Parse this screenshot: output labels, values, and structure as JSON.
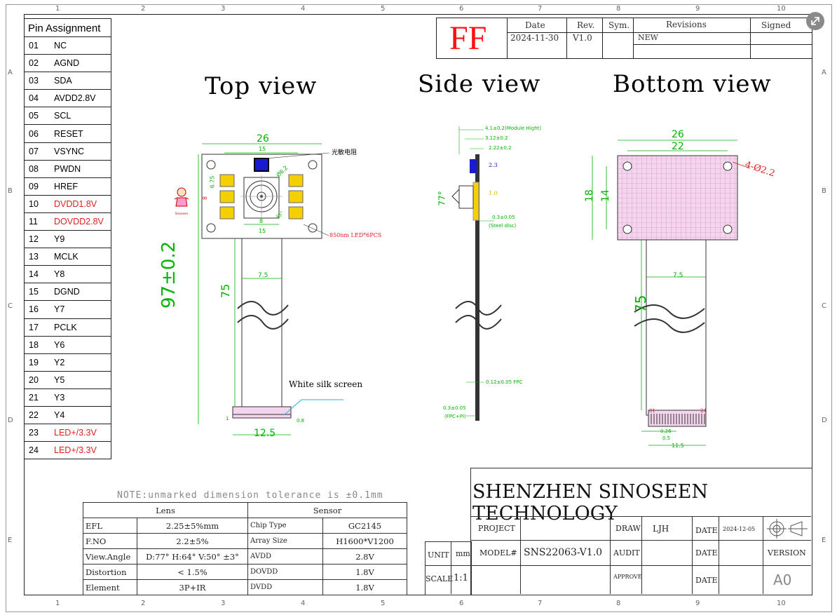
{
  "zones": {
    "columns": [
      "1",
      "2",
      "3",
      "4",
      "5",
      "6",
      "7",
      "8",
      "9",
      "10"
    ],
    "rows": [
      "A",
      "B",
      "C",
      "D",
      "E"
    ]
  },
  "pins": {
    "title": "Pin Assignment",
    "items": [
      {
        "num": "01",
        "name": "NC",
        "red": false
      },
      {
        "num": "02",
        "name": "AGND",
        "red": false
      },
      {
        "num": "03",
        "name": "SDA",
        "red": false
      },
      {
        "num": "04",
        "name": "AVDD2.8V",
        "red": false
      },
      {
        "num": "05",
        "name": "SCL",
        "red": false
      },
      {
        "num": "06",
        "name": "RESET",
        "red": false
      },
      {
        "num": "07",
        "name": "VSYNC",
        "red": false
      },
      {
        "num": "08",
        "name": "PWDN",
        "red": false
      },
      {
        "num": "09",
        "name": "HREF",
        "red": false
      },
      {
        "num": "10",
        "name": "DVDD1.8V",
        "red": true
      },
      {
        "num": "11",
        "name": "DOVDD2.8V",
        "red": true
      },
      {
        "num": "12",
        "name": "Y9",
        "red": false
      },
      {
        "num": "13",
        "name": "MCLK",
        "red": false
      },
      {
        "num": "14",
        "name": "Y8",
        "red": false
      },
      {
        "num": "15",
        "name": "DGND",
        "red": false
      },
      {
        "num": "16",
        "name": "Y7",
        "red": false
      },
      {
        "num": "17",
        "name": "PCLK",
        "red": false
      },
      {
        "num": "18",
        "name": "Y6",
        "red": false
      },
      {
        "num": "19",
        "name": "Y2",
        "red": false
      },
      {
        "num": "20",
        "name": "Y5",
        "red": false
      },
      {
        "num": "21",
        "name": "Y3",
        "red": false
      },
      {
        "num": "22",
        "name": "Y4",
        "red": false
      },
      {
        "num": "23",
        "name": "LED+/3.3V",
        "red": true
      },
      {
        "num": "24",
        "name": "LED+/3.3V",
        "red": true
      }
    ]
  },
  "revision": {
    "code": "FF",
    "date_label": "Date",
    "date": "2024-11-30",
    "rev_label": "Rev.",
    "rev": "V1.0",
    "sym_label": "Sym.",
    "revisions_label": "Revisions",
    "revisions": "NEW",
    "signed_label": "Signed"
  },
  "views": {
    "top": "Top view",
    "side": "Side view",
    "bottom": "Bottom view"
  },
  "top_dims": {
    "width": "26",
    "inner": "15",
    "inner_bottom": "15",
    "height_small": "6.75",
    "b": "8",
    "c": "8",
    "dia": "Ø6.2",
    "angle": "45°",
    "sensor_note": "光敏电阻",
    "led_note": "850nm LED*6PCS",
    "length": "97±0.2",
    "tail": "75",
    "fpc": "7.5",
    "con_w": "12.5",
    "silk": "White silk screen",
    "mascot": "Sinoseen",
    "con_left": "1",
    "con_right": "0.8"
  },
  "side_dims": {
    "h1": "4.1±0.2(Module Hight)",
    "h2": "3.12±0.2",
    "h3": "2.22±0.2",
    "v1": "2.3",
    "v2": "1.0",
    "angle": "77°",
    "steel": "0.3±0.05",
    "steel_label": "(Steel disc)",
    "fpc": "0.12±0.05 FPC",
    "pi": "0.3±0.05",
    "pi_label": "(FPC+PI)"
  },
  "bottom_dims": {
    "w1": "26",
    "w2": "22",
    "h1": "18",
    "h2": "14",
    "holes": "4-Ø2.2",
    "tail": "75",
    "fpc": "7.5",
    "pin1": "01",
    "pin24": "24",
    "pitch": "0.26",
    "pitch2": "0.5",
    "con_w": "11.5"
  },
  "note": "NOTE:unmarked dimension tolerance is ±0.1mm",
  "specs": {
    "lens_header": "Lens",
    "sensor_header": "Sensor",
    "rows": [
      {
        "k1": "EFL",
        "v1": "2.25±5%mm",
        "k2": "Chip Type",
        "v2": "GC2145"
      },
      {
        "k1": "F.NO",
        "v1": "2.2±5%",
        "k2": "Array Size",
        "v2": "H1600*V1200"
      },
      {
        "k1": "View.Angle",
        "v1": "D:77° H:64° V:50° ±3°",
        "k2": "AVDD",
        "v2": "2.8V"
      },
      {
        "k1": "Distortion",
        "v1": "< 1.5%",
        "k2": "DOVDD",
        "v2": "1.8V"
      },
      {
        "k1": "Element",
        "v1": "3P+IR",
        "k2": "DVDD",
        "v2": "1.8V"
      }
    ]
  },
  "titleblock": {
    "company": "SHENZHEN SINOSEEN TECHNOLOGY",
    "project_label": "PROJECT",
    "model_label": "MODEL#",
    "model": "SNS22063-V1.0",
    "draw_label": "DRAW",
    "draw": "LJH",
    "audit_label": "AUDIT",
    "approve_label": "APPROVE",
    "date_label": "DATE",
    "date": "2024-12-05",
    "version_label": "VERSION",
    "version": "A0",
    "unit_label": "UNIT",
    "unit": "mm",
    "scale_label": "SCALE",
    "scale": "1:1"
  },
  "colors": {
    "dim": "#00b400",
    "red": "#e02020",
    "led": "#f5d000",
    "blue": "#1010d0",
    "pink": "#f3d6ee"
  }
}
